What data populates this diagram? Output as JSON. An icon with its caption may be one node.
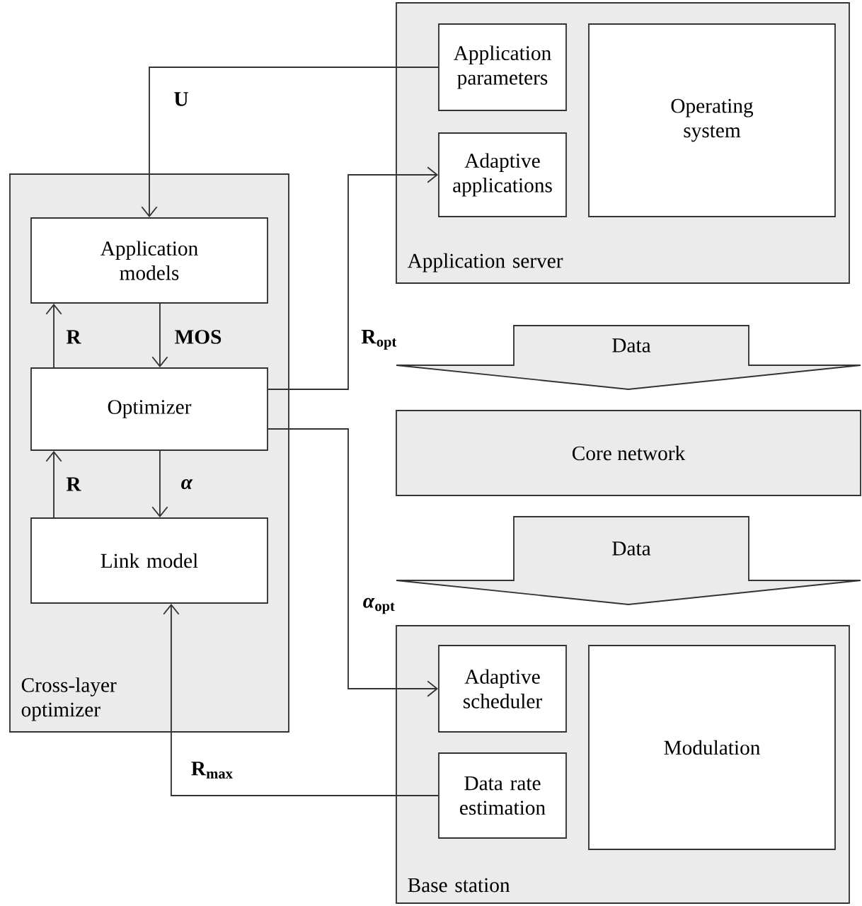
{
  "diagram": {
    "nodes": [
      {
        "text": [
          "Application server"
        ]
      },
      {
        "text": [
          "Application parameters"
        ],
        "in": 0
      },
      {
        "text": [
          "Operating system"
        ],
        "in": 0
      },
      {
        "text": [
          "Adaptive applications"
        ],
        "in": 0
      },
      {
        "text": [
          "Cross-layer optimizer"
        ]
      },
      {
        "text": [
          "Application models"
        ],
        "in": 4
      },
      {
        "text": [
          "Optimizer"
        ],
        "in": 4
      },
      {
        "text": [
          "Link model"
        ],
        "in": 4
      },
      {
        "text": [
          "Core network"
        ]
      },
      {
        "text": [
          "Base station"
        ]
      },
      {
        "text": [
          "Adaptive scheduler"
        ],
        "in": 9
      },
      {
        "text": [
          "Modulation"
        ],
        "in": 9
      },
      {
        "text": [
          "Data rate estimation"
        ],
        "in": 9
      }
    ],
    "edges": [
      {
        "from": 1,
        "to": 5,
        "arrow": "to",
        "label": "U"
      },
      {
        "from": 6,
        "to": 3,
        "arrow": "to",
        "label": "**R**$_{opt}$"
      },
      {
        "from": 6,
        "to": 5,
        "arrow": "to",
        "label": "R"
      },
      {
        "from": 5,
        "to": 6,
        "arrow": "to",
        "label": "MOS"
      },
      {
        "from": 7,
        "to": 6,
        "arrow": "to",
        "label": "R"
      },
      {
        "from": 6,
        "to": 7,
        "arrow": "to",
        "label": "*α*"
      },
      {
        "from": 6,
        "to": 10,
        "arrow": "to",
        "label": "*α*$_{opt}$"
      },
      {
        "from": 12,
        "to": 7,
        "arrow": "to",
        "label": "**R**$_{max}$"
      },
      {
        "from": 0,
        "to": 8,
        "arrow": "to",
        "label": "Data",
        "style": "thick"
      },
      {
        "from": 8,
        "to": 9,
        "arrow": "to",
        "label": "Data",
        "style": "thick"
      }
    ]
  }
}
